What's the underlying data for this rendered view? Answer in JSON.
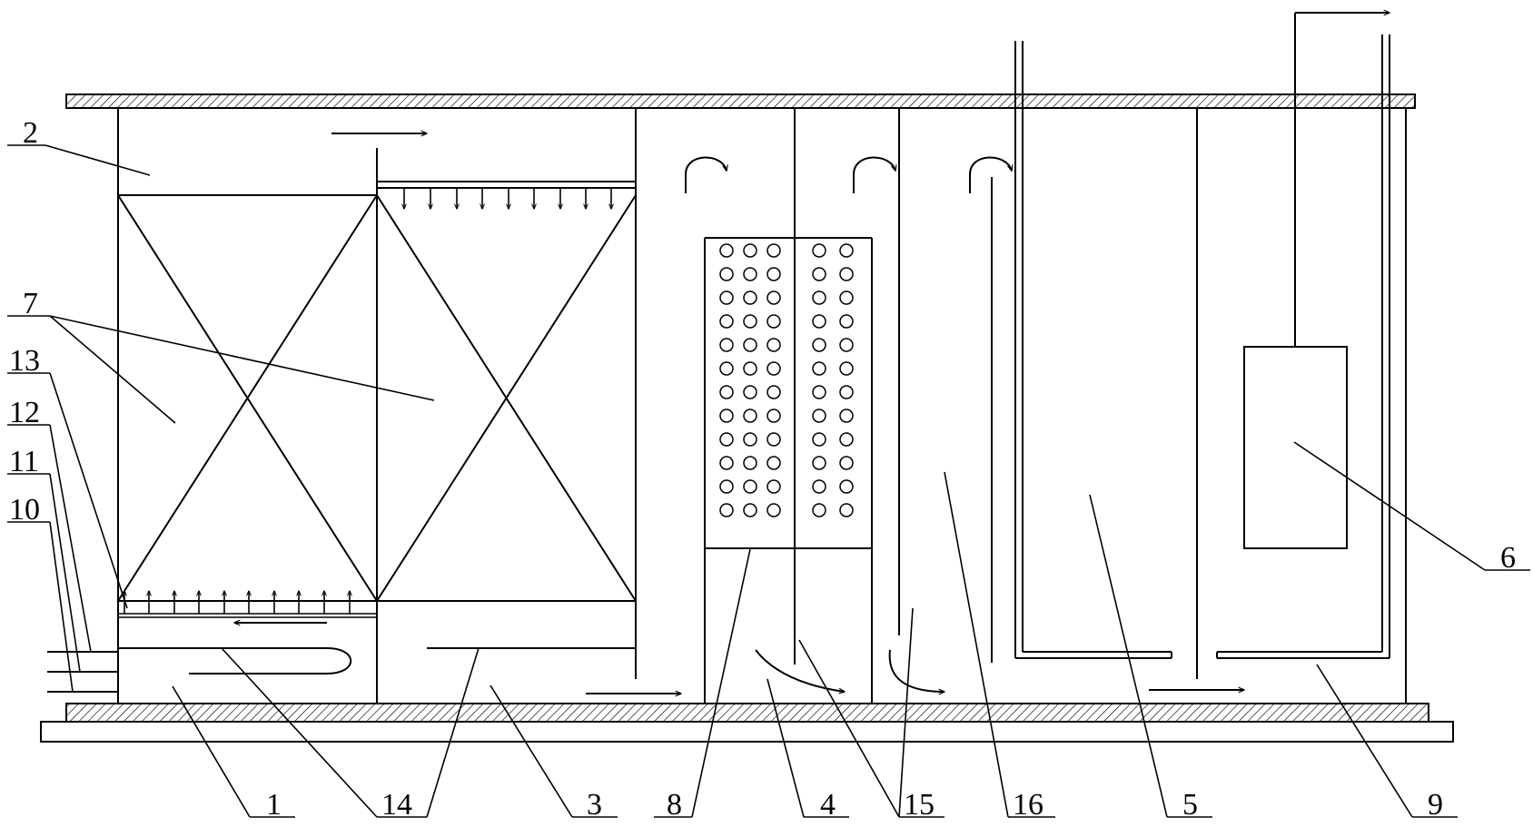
{
  "labels": {
    "l1": "1",
    "l2": "2",
    "l3": "3",
    "l4": "4",
    "l5": "5",
    "l6": "6",
    "l7": "7",
    "l8": "8",
    "l9": "9",
    "l10": "10",
    "l11": "11",
    "l12": "12",
    "l13": "13",
    "l14": "14",
    "l15": "15",
    "l16": "16"
  },
  "colors": {
    "ink": "#000000",
    "background": "#ffffff"
  }
}
